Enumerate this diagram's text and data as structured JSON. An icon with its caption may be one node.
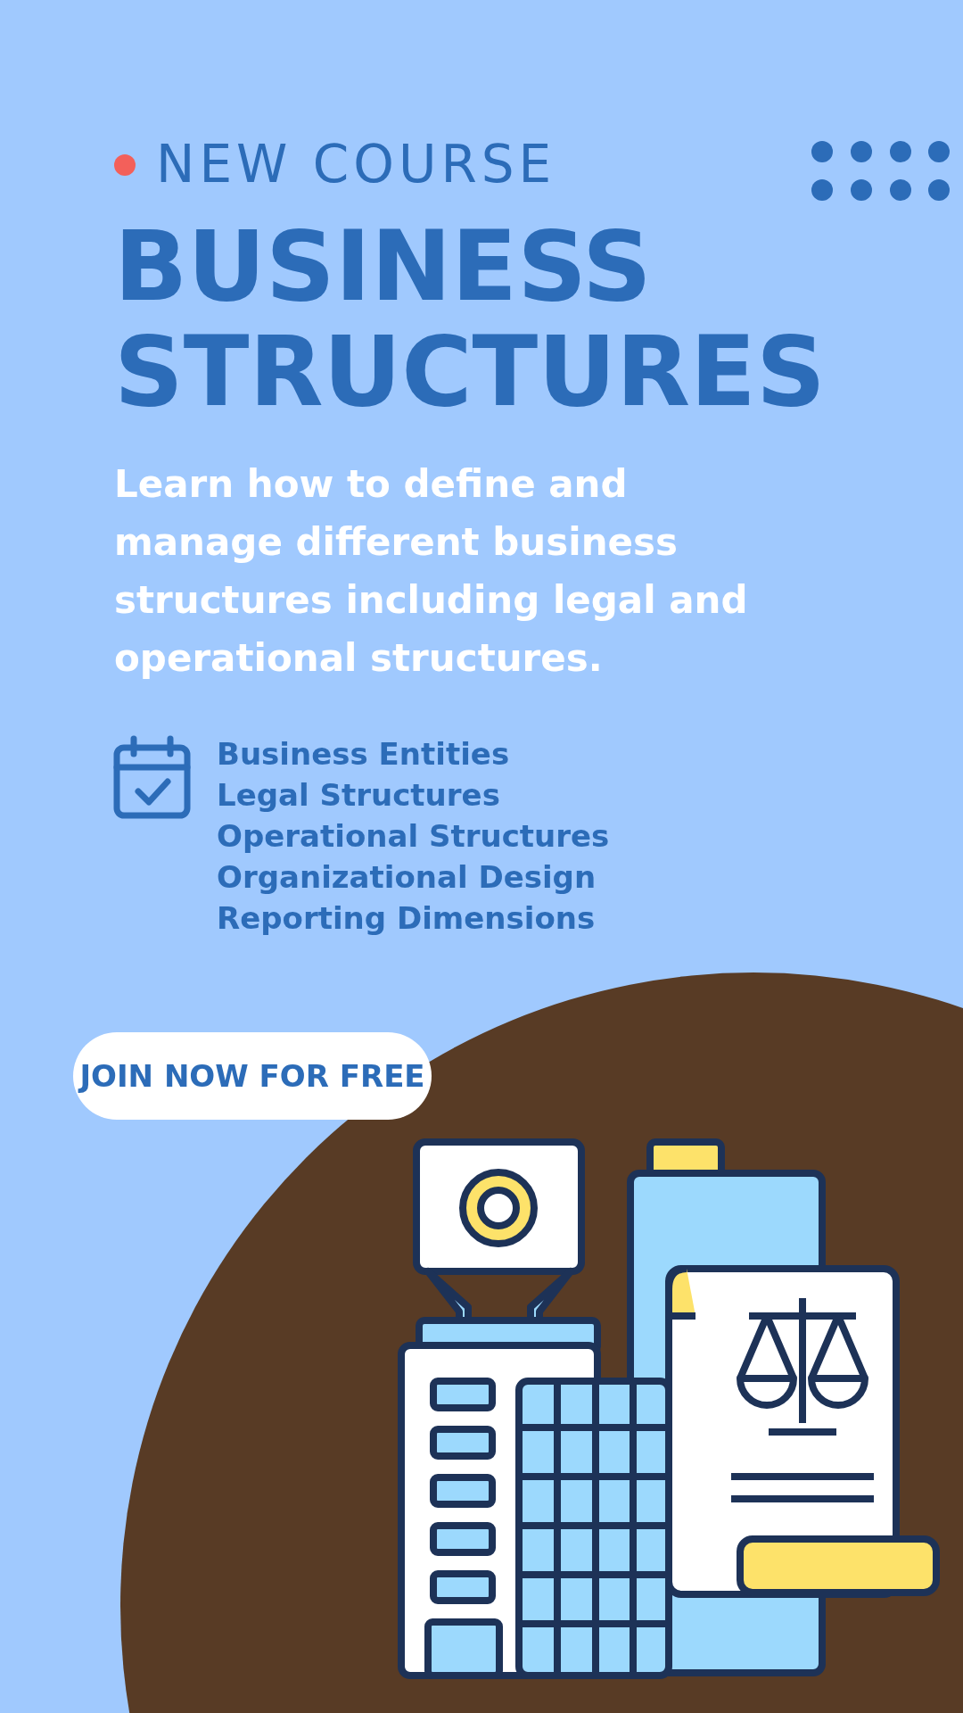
{
  "diagram": {
    "title": "BUSINESS STRUCTURES",
    "nodes": [
      {
        "text": [
          "JOIN NOW FOR FREE"
        ]
      }
    ],
    "labels": [
      "NEW COURSE",
      "Learn how to define and manage different business structures including legal and operational structures.",
      "Business Entities",
      "Legal Structures",
      "Operational Structures",
      "Organizational Design",
      "Reporting Dimensions"
    ]
  }
}
